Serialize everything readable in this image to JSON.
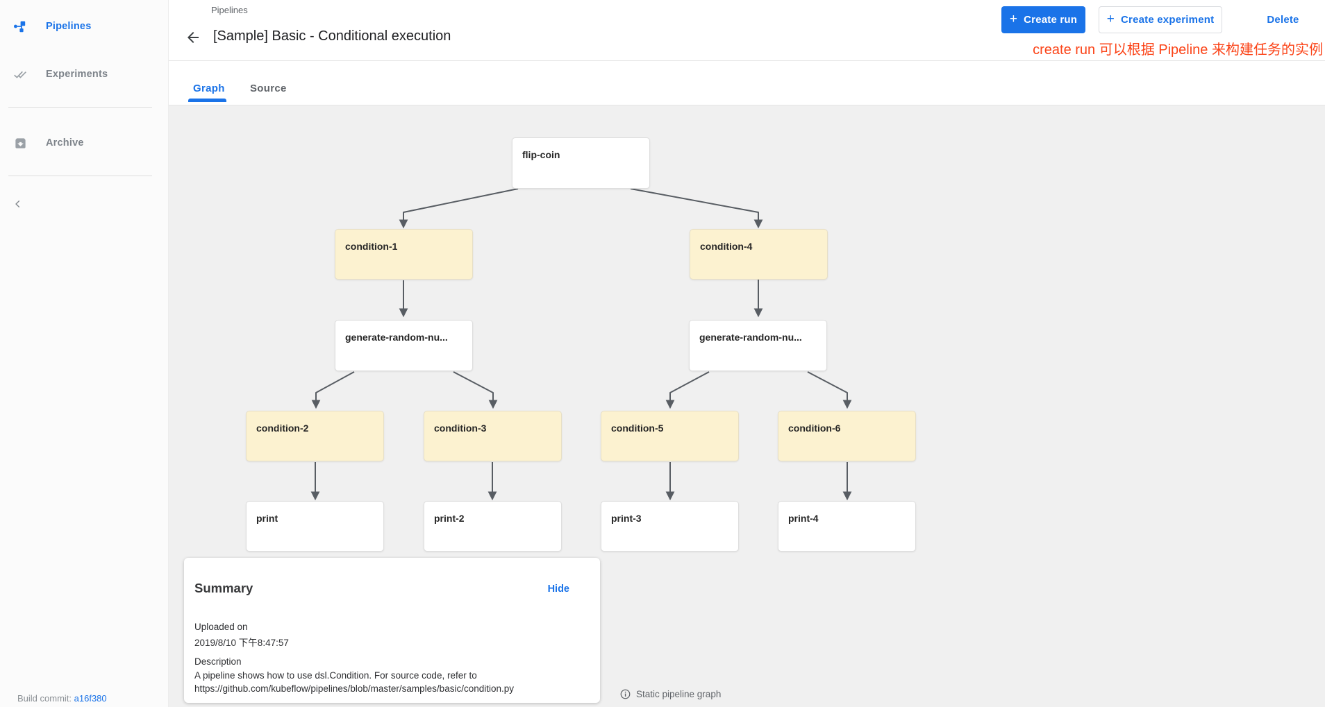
{
  "sidebar": {
    "items": [
      {
        "label": "Pipelines",
        "active": true
      },
      {
        "label": "Experiments",
        "active": false
      },
      {
        "label": "Archive",
        "active": false
      }
    ],
    "build_commit": {
      "label": "Build commit: ",
      "value": "a16f380"
    }
  },
  "header": {
    "breadcrumb": "Pipelines",
    "title": "[Sample] Basic - Conditional execution",
    "buttons": {
      "plus": "+",
      "create_run": "Create run",
      "create_experiment": "Create experiment",
      "delete": "Delete"
    },
    "annotation": "create run 可以根据 Pipeline 来构建任务的实例"
  },
  "tabs": {
    "graph": "Graph",
    "source": "Source"
  },
  "graph": {
    "nodes": [
      {
        "id": "flip-coin",
        "label": "flip-coin",
        "kind": "task"
      },
      {
        "id": "condition-1",
        "label": "condition-1",
        "kind": "condition"
      },
      {
        "id": "condition-4",
        "label": "condition-4",
        "kind": "condition"
      },
      {
        "id": "generate-random-number-1",
        "label": "generate-random-nu...",
        "kind": "task"
      },
      {
        "id": "generate-random-number-2",
        "label": "generate-random-nu...",
        "kind": "task"
      },
      {
        "id": "condition-2",
        "label": "condition-2",
        "kind": "condition"
      },
      {
        "id": "condition-3",
        "label": "condition-3",
        "kind": "condition"
      },
      {
        "id": "condition-5",
        "label": "condition-5",
        "kind": "condition"
      },
      {
        "id": "condition-6",
        "label": "condition-6",
        "kind": "condition"
      },
      {
        "id": "print",
        "label": "print",
        "kind": "task"
      },
      {
        "id": "print-2",
        "label": "print-2",
        "kind": "task"
      },
      {
        "id": "print-3",
        "label": "print-3",
        "kind": "task"
      },
      {
        "id": "print-4",
        "label": "print-4",
        "kind": "task"
      }
    ],
    "edges": [
      [
        "flip-coin",
        "condition-1"
      ],
      [
        "flip-coin",
        "condition-4"
      ],
      [
        "condition-1",
        "generate-random-number-1"
      ],
      [
        "condition-4",
        "generate-random-number-2"
      ],
      [
        "generate-random-number-1",
        "condition-2"
      ],
      [
        "generate-random-number-1",
        "condition-3"
      ],
      [
        "generate-random-number-2",
        "condition-5"
      ],
      [
        "generate-random-number-2",
        "condition-6"
      ],
      [
        "condition-2",
        "print"
      ],
      [
        "condition-3",
        "print-2"
      ],
      [
        "condition-5",
        "print-3"
      ],
      [
        "condition-6",
        "print-4"
      ]
    ],
    "footer_note": "Static pipeline graph"
  },
  "summary": {
    "title": "Summary",
    "hide_label": "Hide",
    "uploaded_on_label": "Uploaded on",
    "uploaded_on_value": "2019/8/10 下午8:47:57",
    "description_label": "Description",
    "description_value": "A pipeline shows how to use dsl.Condition. For source code, refer to https://github.com/kubeflow/pipelines/blob/master/samples/basic/condition.py"
  },
  "colors": {
    "accent": "#1a73e8",
    "annotation_red": "#fb4317",
    "condition_node_bg": "#fcf2d0",
    "task_node_bg": "#ffffff",
    "edge": "#585d63",
    "canvas_bg": "#f0f0f0"
  }
}
